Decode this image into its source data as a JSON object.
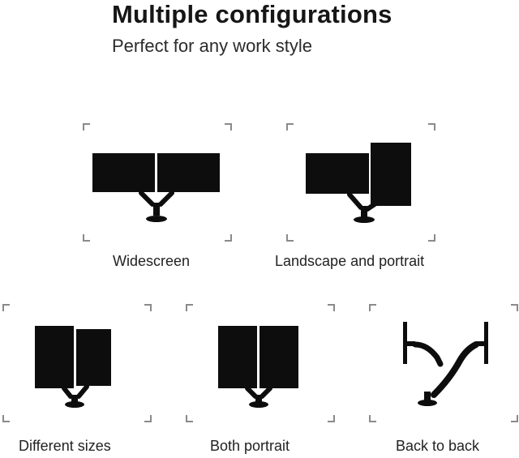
{
  "header": {
    "title": "Multiple configurations",
    "subtitle": "Perfect for any work style"
  },
  "configurations": [
    {
      "label": "Widescreen"
    },
    {
      "label": "Landscape and portrait"
    },
    {
      "label": "Different sizes"
    },
    {
      "label": "Both portrait"
    },
    {
      "label": "Back to back"
    }
  ],
  "colors": {
    "frame": "#8a8a8a",
    "monitor": "#0d0d0d",
    "background": "#ffffff"
  }
}
